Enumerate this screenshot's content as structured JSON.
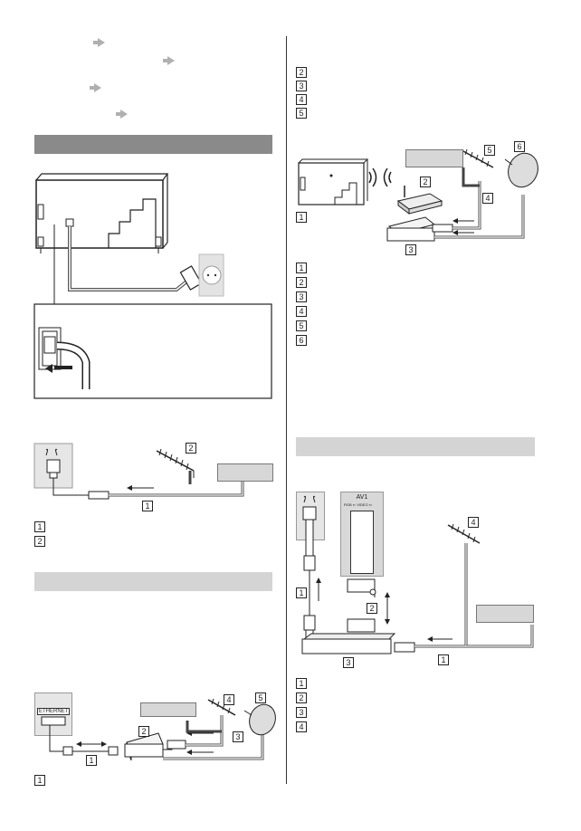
{
  "colors": {
    "section_bar_dark": "#8a8a8a",
    "section_bar_light": "#d4d4d4",
    "arrow": "#b0b0b0",
    "line": "#222222",
    "label_box": "#d7d7d7"
  },
  "icons": [
    "right-arrow-icon",
    "tv-back-icon",
    "wall-socket-icon",
    "mains-plug-icon",
    "aerial-icon",
    "satellite-dish-icon",
    "wireless-router-icon",
    "set-top-box-icon",
    "scart-connector-icon",
    "recorder-icon",
    "rf-cable-icon",
    "lan-cable-icon"
  ],
  "callouts": {
    "n1": "1",
    "n2": "2",
    "n3": "3",
    "n4": "4",
    "n5": "5",
    "n6": "6"
  },
  "scart_panel": {
    "title": "AV1",
    "sub_left": "RGB ⇐",
    "sub_right": "VIDEO ⇐"
  },
  "ethernet_panel": {
    "label": "ETHERNET"
  }
}
